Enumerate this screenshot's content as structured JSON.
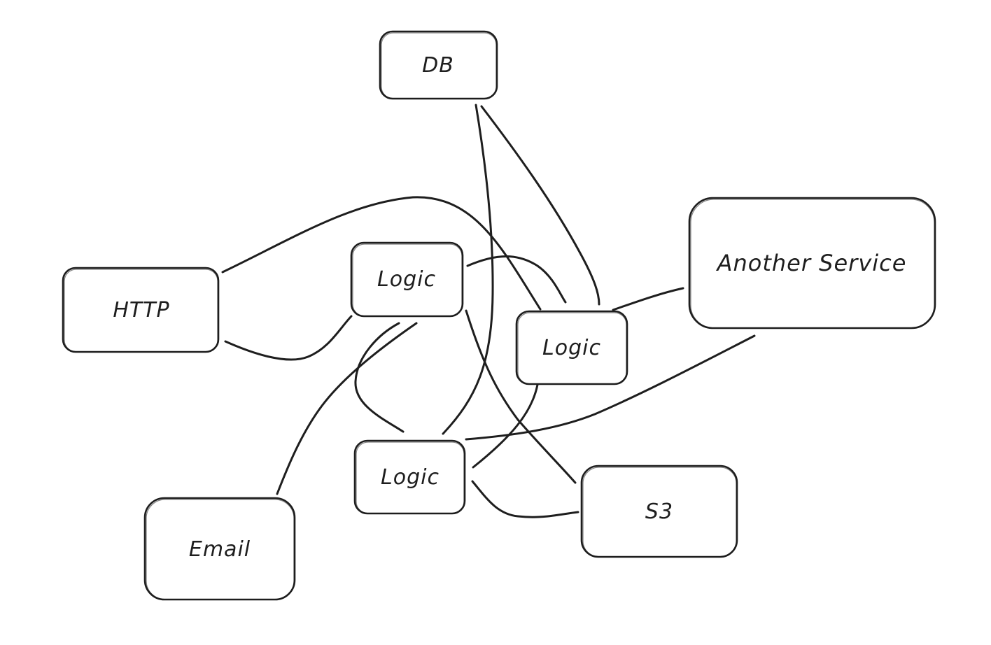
{
  "diagram": {
    "stroke_color": "#1e1e1e",
    "background": "#ffffff",
    "nodes": [
      {
        "id": "db",
        "label": "DB"
      },
      {
        "id": "http",
        "label": "HTTP"
      },
      {
        "id": "logic_top",
        "label": "Logic"
      },
      {
        "id": "logic_right",
        "label": "Logic"
      },
      {
        "id": "logic_bottom",
        "label": "Logic"
      },
      {
        "id": "another_service",
        "label": "Another Service"
      },
      {
        "id": "email",
        "label": "Email"
      },
      {
        "id": "s3",
        "label": "S3"
      }
    ],
    "edges": [
      {
        "from": "http",
        "to": "logic_right"
      },
      {
        "from": "http",
        "to": "logic_top"
      },
      {
        "from": "db",
        "to": "logic_bottom"
      },
      {
        "from": "db",
        "to": "logic_right"
      },
      {
        "from": "logic_top",
        "to": "logic_right"
      },
      {
        "from": "logic_top",
        "to": "logic_bottom"
      },
      {
        "from": "logic_top",
        "to": "email"
      },
      {
        "from": "logic_top",
        "to": "s3"
      },
      {
        "from": "logic_right",
        "to": "another_service"
      },
      {
        "from": "logic_right",
        "to": "logic_bottom"
      },
      {
        "from": "logic_bottom",
        "to": "another_service"
      },
      {
        "from": "logic_bottom",
        "to": "s3"
      }
    ]
  }
}
